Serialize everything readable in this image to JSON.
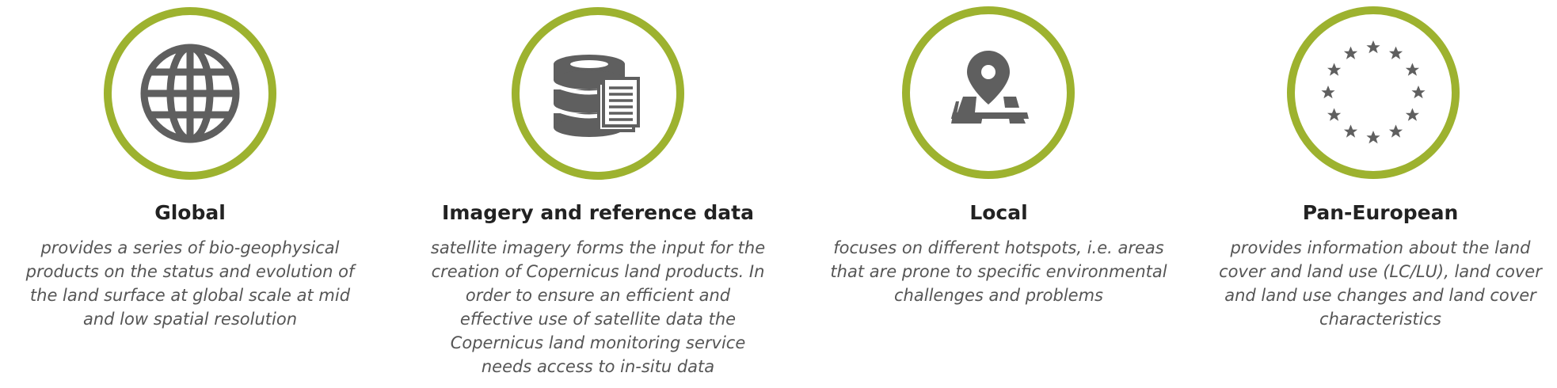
{
  "accent_color": "#9db22f",
  "icon_color": "#5f5f5f",
  "cards": [
    {
      "icon": "globe-icon",
      "title": "Global",
      "lines": [
        "provides a series of bio-geophysical",
        "products on the status and evolution of",
        "the land surface at global scale at mid",
        "and low spatial resolution"
      ]
    },
    {
      "icon": "database-document-icon",
      "title": "Imagery and reference data",
      "lines": [
        "satellite imagery forms the input for the",
        "creation of Copernicus land products. In",
        "order to ensure an efficient and",
        "effective use of satellite data the",
        "Copernicus land monitoring service",
        "needs access to in-situ data"
      ]
    },
    {
      "icon": "map-pin-icon",
      "title": "Local",
      "lines": [
        "focuses on different hotspots, i.e. areas",
        "that are prone to specific environmental",
        "challenges and problems"
      ]
    },
    {
      "icon": "eu-stars-icon",
      "title": "Pan-European",
      "lines": [
        "provides information about the land",
        "cover and land use (LC/LU), land cover",
        "and land use changes and land cover",
        "characteristics"
      ]
    }
  ]
}
